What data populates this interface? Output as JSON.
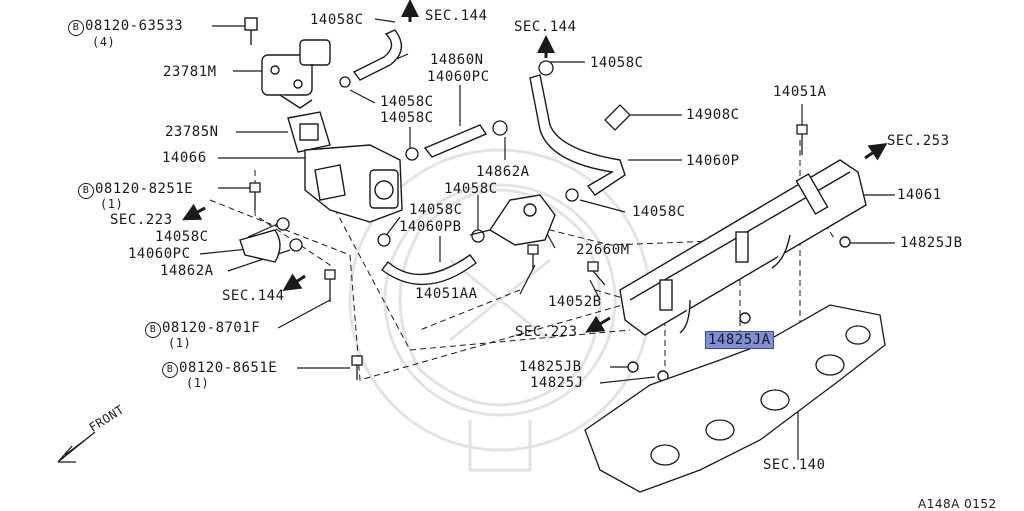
{
  "labels": {
    "l_08120_63533": "08120-63533",
    "l_08120_63533_qty": "(4)",
    "l_23781M": "23781M",
    "l_23785N": "23785N",
    "l_14066": "14066",
    "l_08120_8251E": "08120-8251E",
    "l_08120_8251E_qty": "(1)",
    "l_sec223_a": "SEC.223",
    "l_14058C_a": "14058C",
    "l_14060PC_a": "14060PC",
    "l_14862A_a": "14862A",
    "l_sec144_a": "SEC.144",
    "l_08120_8701F": "08120-8701F",
    "l_08120_8701F_qty": "(1)",
    "l_08120_8651E": "08120-8651E",
    "l_08120_8651E_qty": "(1)",
    "l_14058C_top": "14058C",
    "l_sec144_top": "SEC.144",
    "l_14860N": "14860N",
    "l_14060PC_b": "14060PC",
    "l_14058C_b": "14058C",
    "l_14058C_c": "14058C",
    "l_14862A_b": "14862A",
    "l_14058C_d": "14058C",
    "l_14058C_e": "14058C",
    "l_14060PB": "14060PB",
    "l_14051AA": "14051AA",
    "l_22660M": "22660M",
    "l_sec144_c": "SEC.144",
    "l_14058C_f": "14058C",
    "l_14908C": "14908C",
    "l_14060P": "14060P",
    "l_14058C_g": "14058C",
    "l_14051A": "14051A",
    "l_sec253": "SEC.253",
    "l_14061": "14061",
    "l_14825JB_a": "14825JB",
    "l_14052B": "14052B",
    "l_sec223_b": "SEC.223",
    "l_14825JA": "14825JA",
    "l_14825JB_b": "14825JB",
    "l_14825J": "14825J",
    "l_sec140": "SEC.140",
    "l_front": "FRONT",
    "l_code": "A148A 0152",
    "bolt_marker": "B"
  },
  "colors": {
    "line": "#1a1a1a",
    "highlight": "#7f8ed6"
  }
}
